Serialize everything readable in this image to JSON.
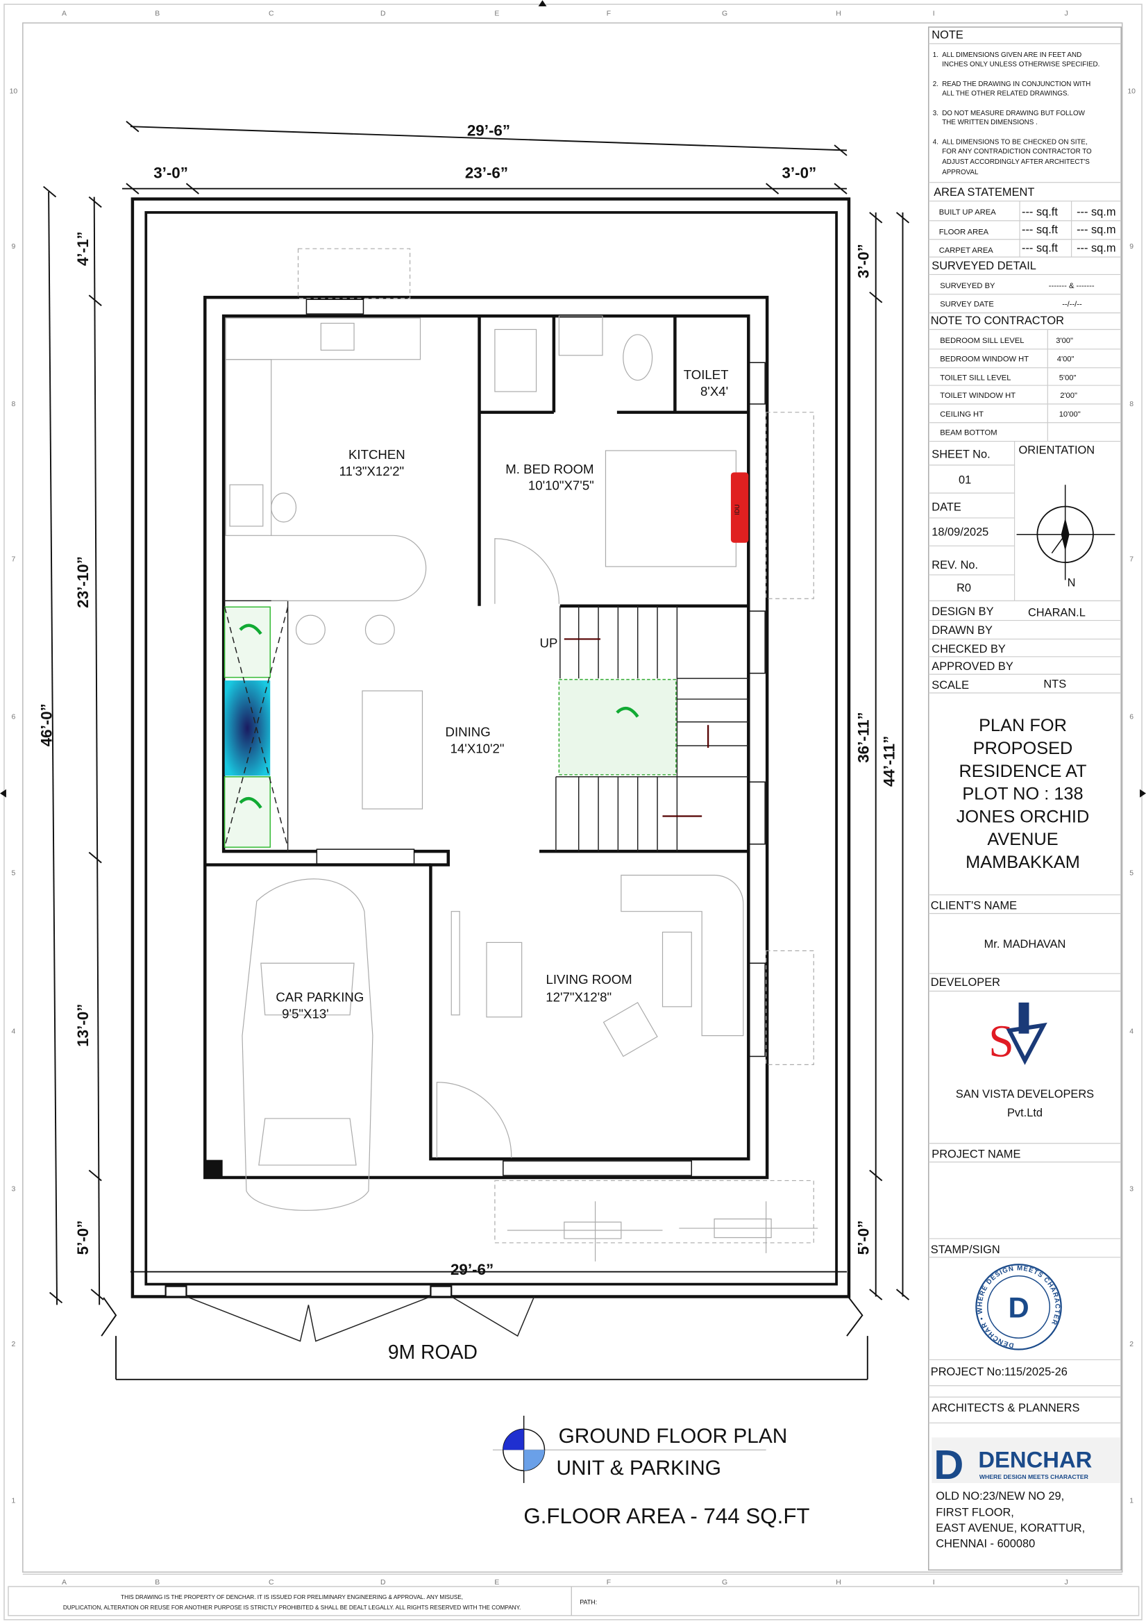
{
  "grid": {
    "columns": [
      "A",
      "B",
      "C",
      "D",
      "E",
      "F",
      "G",
      "H",
      "I",
      "J"
    ],
    "rows": [
      "10",
      "9",
      "8",
      "7",
      "6",
      "5",
      "4",
      "3",
      "2",
      "1"
    ]
  },
  "dimensions": {
    "top_overall": "29’-6”",
    "top_left": "3’-0”",
    "top_middle": "23’-6”",
    "top_right": "3’-0”",
    "left_overall": "46’-0”",
    "left_1": "4’-1”",
    "left_2": "23’-10”",
    "left_3": "13’-0”",
    "left_4": "5’-0”",
    "right_1": "3’-0”",
    "right_2": "36’-11”",
    "right_overall": "44’-11”",
    "right_3": "5’-0”",
    "bottom": "29’-6”"
  },
  "rooms": {
    "kitchen": {
      "name": "KITCHEN",
      "size": "11'3\"X12'2\""
    },
    "bedroom": {
      "name": "M. BED ROOM",
      "size": "10'10\"X7'5\""
    },
    "toilet": {
      "name": "TOILET",
      "size": "8'X4'"
    },
    "dining": {
      "name": "DINING",
      "size": "14'X10'2\""
    },
    "car_parking": {
      "name": "CAR PARKING",
      "size": "9'5\"X13'"
    },
    "living": {
      "name": "LIVING ROOM",
      "size": "12'7\"X12'8\""
    },
    "stair_up": "UP",
    "idu": "IDU"
  },
  "road": "9M ROAD",
  "legend": {
    "title": "GROUND FLOOR PLAN",
    "subtitle": "UNIT & PARKING",
    "area": "G.FLOOR AREA - 744 SQ.FT"
  },
  "title_block": {
    "note_header": "NOTE",
    "notes": [
      [
        "1.",
        "ALL DIMENSIONS GIVEN ARE IN FEET AND",
        "INCHES ONLY UNLESS OTHERWISE SPECIFIED."
      ],
      [
        "2.",
        "READ THE DRAWING IN CONJUNCTION WITH",
        "ALL THE OTHER RELATED DRAWINGS."
      ],
      [
        "3.",
        "DO NOT MEASURE DRAWING BUT FOLLOW",
        "THE WRITTEN DIMENSIONS ."
      ],
      [
        "4.",
        "ALL DIMENSIONS TO BE CHECKED ON SITE,",
        "FOR ANY CONTRADICTION CONTRACTOR TO",
        "ADJUST ACCORDINGLY AFTER ARCHITECT'S",
        "APPROVAL"
      ]
    ],
    "area_statement": {
      "header": "AREA STATEMENT",
      "rows": [
        {
          "label": "BUILT UP AREA",
          "sqft": "--- sq.ft",
          "sqm": "--- sq.m"
        },
        {
          "label": "FLOOR AREA",
          "sqft": "--- sq.ft",
          "sqm": "--- sq.m"
        },
        {
          "label": "CARPET AREA",
          "sqft": "--- sq.ft",
          "sqm": "--- sq.m"
        }
      ]
    },
    "surveyed": {
      "header": "SURVEYED DETAIL",
      "by_label": "SURVEYED BY",
      "by_value": "------- & -------",
      "date_label": "SURVEY DATE",
      "date_value": "--/--/--"
    },
    "contractor": {
      "header": "NOTE TO CONTRACTOR",
      "rows": [
        {
          "label": "BEDROOM SILL LEVEL",
          "value": "3'00\""
        },
        {
          "label": "BEDROOM WINDOW HT",
          "value": "4'00\""
        },
        {
          "label": "TOILET SILL LEVEL",
          "value": "5'00\""
        },
        {
          "label": "TOILET WINDOW HT",
          "value": "2'00\""
        },
        {
          "label": "CEILING HT",
          "value": "10'00\""
        },
        {
          "label": "BEAM BOTTOM",
          "value": ""
        }
      ]
    },
    "sheet_label": "SHEET No.",
    "sheet_value": "01",
    "orientation_label": "ORIENTATION",
    "north": "N",
    "date_label": "DATE",
    "date_value": "18/09/2025",
    "rev_label": "REV. No.",
    "rev_value": "R0",
    "design_by_label": "DESIGN BY",
    "design_by_value": "CHARAN.L",
    "drawn_by_label": "DRAWN BY",
    "checked_by_label": "CHECKED BY",
    "approved_by_label": "APPROVED BY",
    "scale_label": "SCALE",
    "scale_value": "NTS",
    "plan_title": [
      "PLAN FOR",
      "PROPOSED",
      "RESIDENCE AT",
      "PLOT NO : 138",
      "JONES ORCHID",
      "AVENUE",
      "MAMBAKKAM"
    ],
    "client_label": "CLIENT'S NAME",
    "client_value": "Mr. MADHAVAN",
    "developer_label": "DEVELOPER",
    "developer_logo": "SV",
    "developer_name": "SAN VISTA DEVELOPERS",
    "developer_suffix": "Pvt.Ltd",
    "project_name_label": "PROJECT NAME",
    "stamp_label": "STAMP/SIGN",
    "stamp_text": "DENCHAR • WHERE DESIGN MEETS CHARACTER",
    "project_no": "PROJECT No:115/2025-26",
    "architects_label": "ARCHITECTS & PLANNERS",
    "firm_name": "DENCHAR",
    "firm_tagline": "WHERE DESIGN MEETS CHARACTER",
    "address": [
      "OLD NO:23/NEW NO 29,",
      "FIRST FLOOR,",
      "EAST AVENUE, KORATTUR,",
      "CHENNAI - 600080"
    ]
  },
  "footer": {
    "disclaimer_1": "THIS DRAWING IS THE PROPERTY OF DENCHAR.  IT IS ISSUED FOR PRELIMINARY ENGINEERING & APPROVAL.  ANY MISUSE,",
    "disclaimer_2": "DUPLICATION, ALTERATION OR REUSE FOR ANOTHER PURPOSE IS STRICTLY PROHIBITED & SHALL BE DEALT LEGALLY. ALL RIGHTS RESERVED WITH THE COMPANY.",
    "path_label": "PATH:"
  },
  "colors": {
    "accent_blue": "#1a4a8a",
    "logo_red": "#e01b24",
    "green": "#22aa33",
    "cyan": "#19c8e0"
  }
}
